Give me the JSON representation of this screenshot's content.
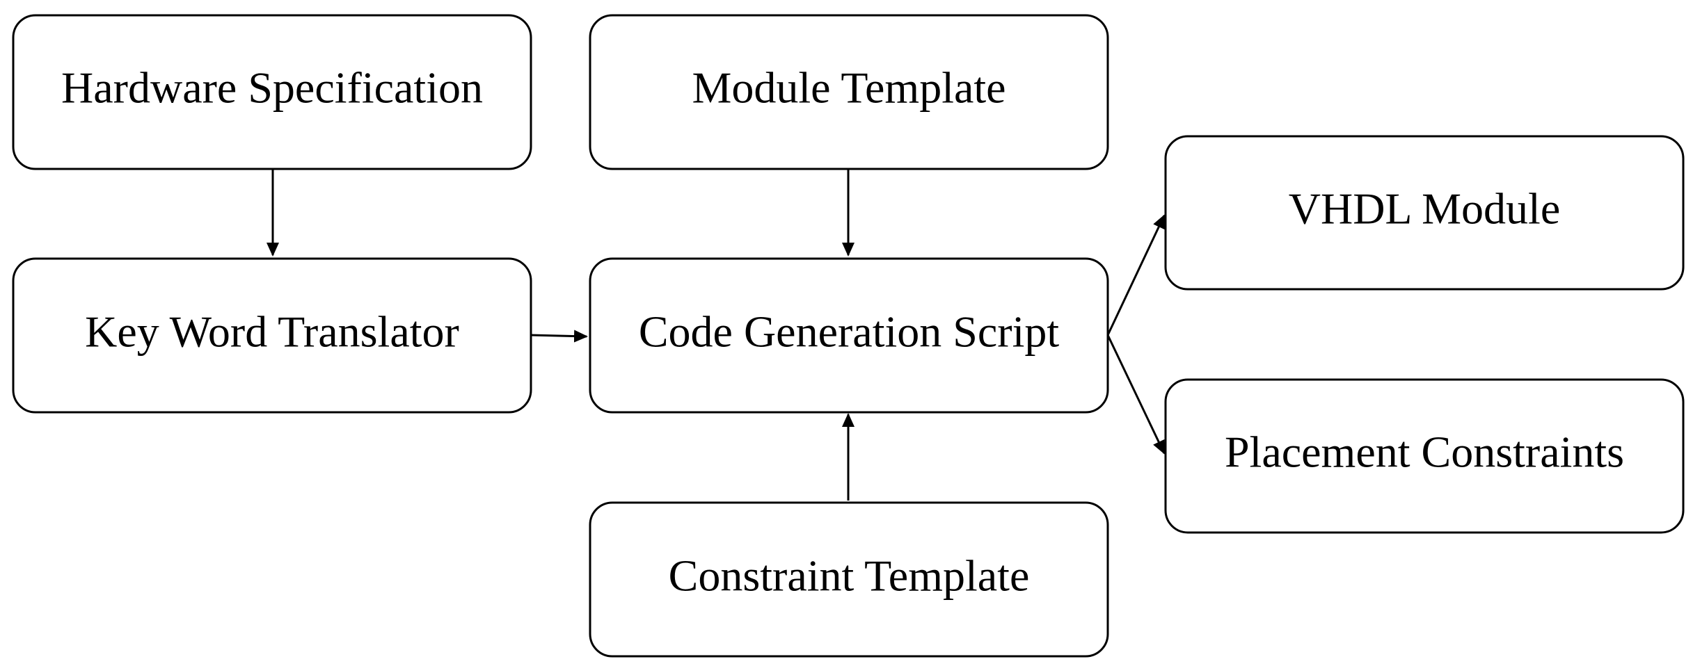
{
  "diagram": {
    "nodes": {
      "hardware_specification": "Hardware Specification",
      "module_template": "Module Template",
      "key_word_translator": "Key Word Translator",
      "code_generation_script": "Code Generation Script",
      "constraint_template": "Constraint Template",
      "vhdl_module": "VHDL Module",
      "placement_constraints": "Placement Constraints"
    },
    "edges": [
      {
        "from": "Hardware Specification",
        "to": "Key Word Translator"
      },
      {
        "from": "Module Template",
        "to": "Code Generation Script"
      },
      {
        "from": "Key Word Translator",
        "to": "Code Generation Script"
      },
      {
        "from": "Constraint Template",
        "to": "Code Generation Script"
      },
      {
        "from": "Code Generation Script",
        "to": "VHDL Module"
      },
      {
        "from": "Code Generation Script",
        "to": "Placement Constraints"
      }
    ],
    "colors": {
      "stroke": "#000000",
      "fill": "#ffffff",
      "text": "#000000"
    }
  }
}
